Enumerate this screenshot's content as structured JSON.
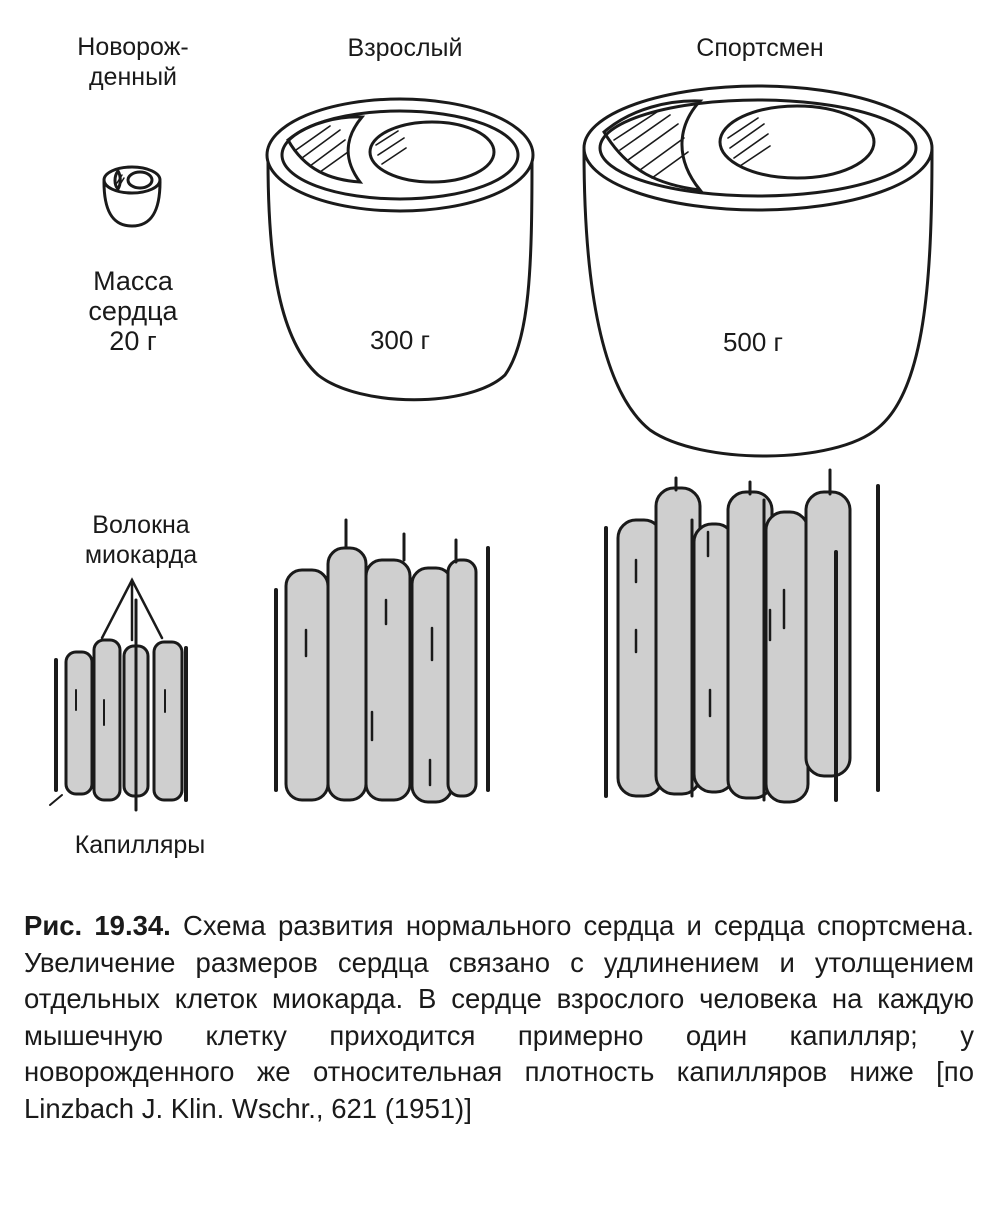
{
  "columns": {
    "newborn": {
      "title_line1": "Новорож-",
      "title_line2": "денный"
    },
    "adult": {
      "title": "Взрослый",
      "mass": "300 г"
    },
    "athlete": {
      "title": "Спортсмен",
      "mass": "500 г"
    }
  },
  "mass_label": {
    "line1": "Масса",
    "line2": "сердца",
    "line3": "20 г"
  },
  "fibers_label": {
    "line1": "Волокна",
    "line2": "миокарда"
  },
  "capillaries_label": "Капилляры",
  "caption": {
    "ref": "Рис. 19.34.",
    "text": "Схема развития нормального сердца и сердца спортсмена. Увеличение размеров сердца связано с удлинением и утолщением отдельных клеток миокарда. В сердце взрослого человека на каждую мышечную клетку приходится примерно один капилляр; у новорожденного же относительная плотность капилляров ниже [по Linzbach J. Klin. Wschr., 621 (1951)]"
  },
  "colors": {
    "ink": "#1a1a1a",
    "paper": "#ffffff",
    "fiber_fill": "#cfcfcf"
  }
}
